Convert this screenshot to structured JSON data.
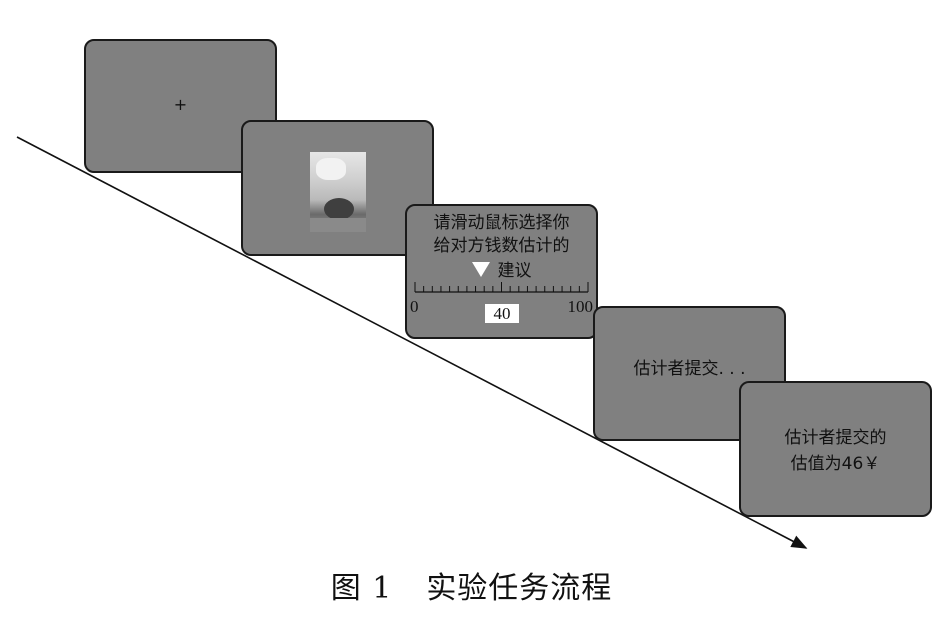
{
  "screens": {
    "fixation": {
      "symbol": "+"
    },
    "stimulus": {
      "icon": "face-photo-icon"
    },
    "rating": {
      "prompt_line1": "请滑动鼠标选择你",
      "prompt_line2": "给对方钱数估计的",
      "suggest_label": "建议",
      "scale_min": "0",
      "scale_max": "100",
      "selected_value": "40",
      "selected_fraction": 0.4
    },
    "waiting": {
      "text": "估计者提交. . ."
    },
    "result": {
      "line1": "估计者提交的",
      "line2": "估值为46￥"
    }
  },
  "caption": {
    "figure_number": "图 1",
    "title": "实验任务流程"
  },
  "colors": {
    "screen_fill": "#808080",
    "border": "#1a1a1a",
    "arrow": "#ffffff"
  }
}
